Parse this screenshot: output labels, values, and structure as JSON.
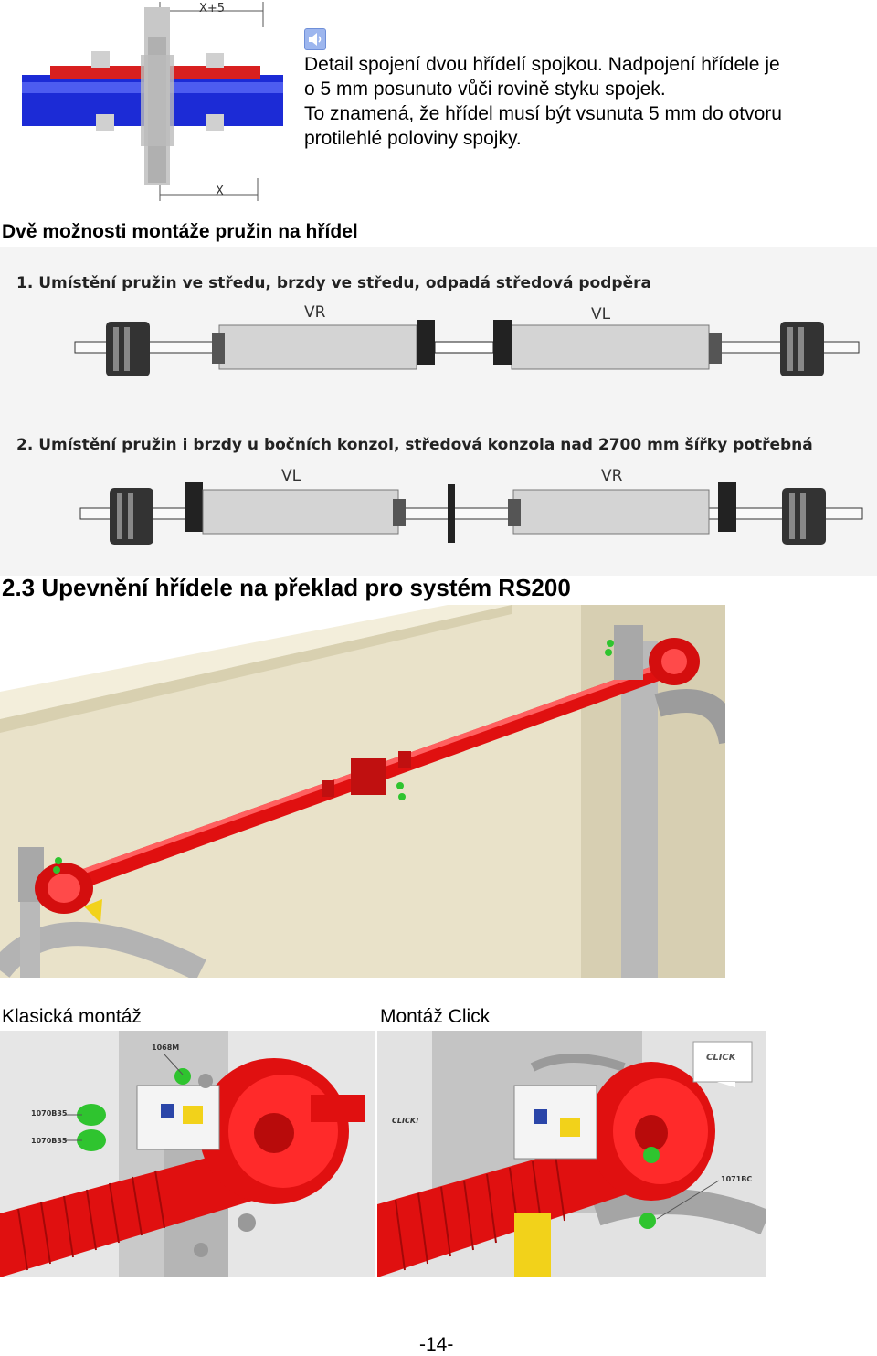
{
  "coupling": {
    "dim_top": "X+5",
    "dim_bottom": "X",
    "speaker_icon": "speaker-icon",
    "lines": [
      "Detail spojení dvou hřídelí spojkou. Nadpojení hřídele je",
      "o 5 mm posunuto vůči rovině styku spojek.",
      "To znamená, že hřídel musí být vsunuta 5 mm do otvoru",
      "protilehlé poloviny spojky."
    ]
  },
  "springs": {
    "heading": "Dvě možnosti montáže pružin na hřídel",
    "option1": {
      "title": "1. Umístění pružin ve středu, brzdy ve středu, odpadá středová podpěra",
      "left_label": "VR",
      "right_label": "VL"
    },
    "option2": {
      "title": "2. Umístění pružin i brzdy u bočních konzol, středová konzola nad 2700 mm šířky potřebná",
      "left_label": "VL",
      "right_label": "VR"
    }
  },
  "section": {
    "title": "2.3  Upevnění hřídele na překlad pro systém RS200"
  },
  "captions": {
    "left": "Klasická montáž",
    "right": "Montáž Click"
  },
  "detail_left": {
    "label_top": "1068M",
    "label_a": "1070B35",
    "label_b": "1070B35"
  },
  "detail_right": {
    "click_label": "CLICK!",
    "bubble_text": "CLICK",
    "label_bolt": "1071BC"
  },
  "page_number": "-14-",
  "colors": {
    "shaft_red": "#e01010",
    "shaft_blue": "#1c2bd6",
    "bolt_green": "#2fc42f"
  }
}
